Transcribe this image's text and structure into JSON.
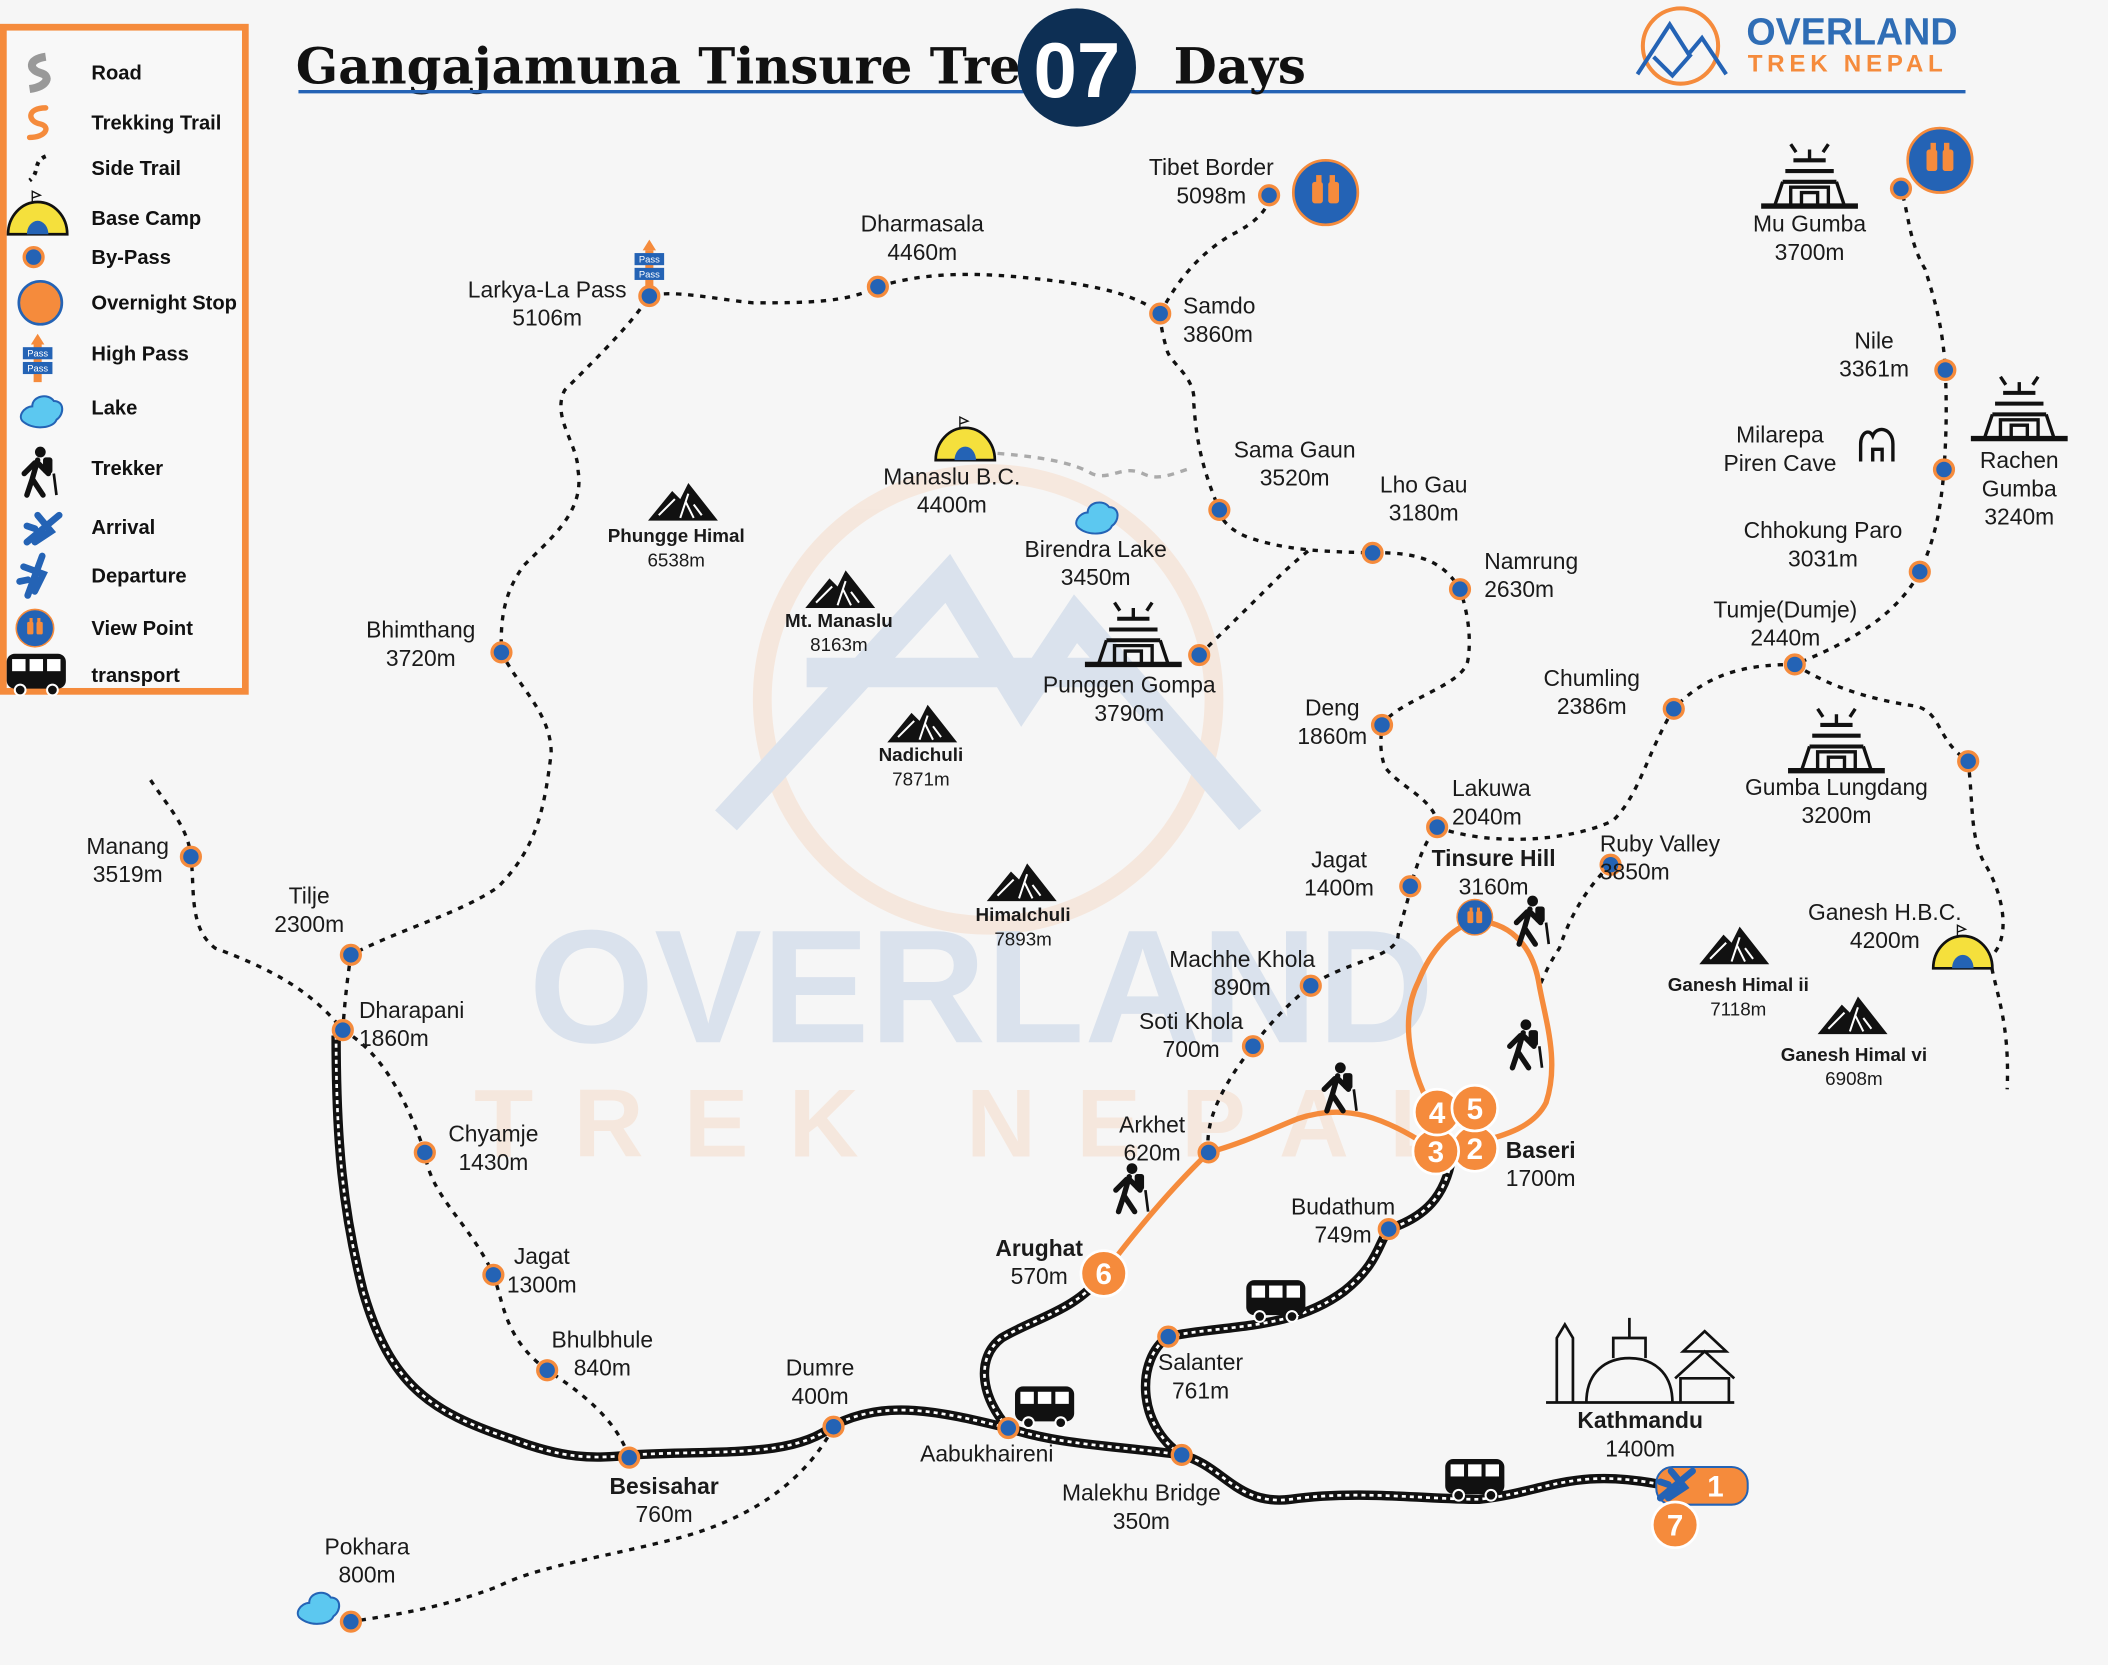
{
  "header": {
    "title": "Gangajamuna Tinsure Trek",
    "days_number": "07",
    "days_label": "Days",
    "logo_line1": "OVERLAND",
    "logo_line2": "TREK NEPAL"
  },
  "watermark": {
    "line1": "OVERLAND",
    "line2": "TREK NEPAL"
  },
  "colors": {
    "accent_orange": "#f58b3c",
    "brand_blue": "#2463b5",
    "navy": "#0d2f54",
    "lake": "#5cc8f0",
    "tent": "#f5e03c"
  },
  "legend": {
    "items": [
      {
        "label": "Road",
        "icon": "road-icon"
      },
      {
        "label": "Trekking Trail",
        "icon": "trekking-trail-icon"
      },
      {
        "label": "Side Trail",
        "icon": "side-trail-icon"
      },
      {
        "label": "Base  Camp",
        "icon": "tent-icon"
      },
      {
        "label": "By-Pass",
        "icon": "bypass-dot-icon"
      },
      {
        "label": "Overnight Stop",
        "icon": "overnight-stop-icon"
      },
      {
        "label": "High Pass",
        "icon": "high-pass-sign-icon"
      },
      {
        "label": "Lake",
        "icon": "lake-icon"
      },
      {
        "label": "Trekker",
        "icon": "trekker-icon"
      },
      {
        "label": "Arrival",
        "icon": "arrival-plane-icon"
      },
      {
        "label": "Departure",
        "icon": "departure-plane-icon"
      },
      {
        "label": "View Point",
        "icon": "binoculars-icon"
      },
      {
        "label": "transport",
        "icon": "bus-icon"
      }
    ]
  },
  "places": [
    {
      "lines": [
        "Larkya-La Pass",
        "5106m"
      ],
      "icon": "high-pass-sign-icon"
    },
    {
      "lines": [
        "Dharmasala",
        "4460m"
      ]
    },
    {
      "lines": [
        "Tibet Border",
        "5098m"
      ],
      "icon": "binoculars-icon"
    },
    {
      "lines": [
        "Samdo",
        "3860m"
      ]
    },
    {
      "lines": [
        "Sama Gaun",
        "3520m"
      ]
    },
    {
      "lines": [
        "Lho Gau",
        "3180m"
      ]
    },
    {
      "lines": [
        "Namrung",
        "2630m"
      ]
    },
    {
      "lines": [
        "Deng",
        "1860m"
      ]
    },
    {
      "lines": [
        "Lakuwa",
        "2040m"
      ]
    },
    {
      "lines": [
        "Jagat",
        "1400m"
      ]
    },
    {
      "lines": [
        "Tinsure Hill",
        "3160m"
      ],
      "icon": "binoculars-icon"
    },
    {
      "lines": [
        "Ruby Valley",
        "3850m"
      ]
    },
    {
      "lines": [
        "Chumling",
        "2386m"
      ]
    },
    {
      "lines": [
        "Tumje(Dumje)",
        "2440m"
      ]
    },
    {
      "lines": [
        "Chhokung Paro",
        "3031m"
      ]
    },
    {
      "lines": [
        "Rachen",
        "Gumba",
        "3240m"
      ],
      "icon": "monastery-icon"
    },
    {
      "lines": [
        "Milarepa",
        "Piren Cave"
      ],
      "icon": "cave-icon"
    },
    {
      "lines": [
        "Nile",
        "3361m"
      ]
    },
    {
      "lines": [
        "Mu Gumba",
        "3700m"
      ],
      "icon": "monastery-icon"
    },
    {
      "lines": [
        "Gumba Lungdang",
        "3200m"
      ],
      "icon": "monastery-icon"
    },
    {
      "lines": [
        "Ganesh H.B.C.",
        "4200m"
      ],
      "icon": "tent-icon"
    },
    {
      "lines": [
        "Manaslu B.C.",
        "4400m"
      ],
      "icon": "tent-icon"
    },
    {
      "lines": [
        "Birendra Lake",
        "3450m"
      ],
      "icon": "lake-icon"
    },
    {
      "lines": [
        "Punggen Gompa",
        "3790m"
      ],
      "icon": "monastery-icon"
    },
    {
      "lines": [
        "Bhimthang",
        "3720m"
      ]
    },
    {
      "lines": [
        "Manang",
        "3519m"
      ]
    },
    {
      "lines": [
        "Tilje",
        "2300m"
      ]
    },
    {
      "lines": [
        "Dharapani",
        "1860m"
      ]
    },
    {
      "lines": [
        "Chyamje",
        "1430m"
      ]
    },
    {
      "lines": [
        "Jagat",
        "1300m"
      ]
    },
    {
      "lines": [
        "Bhulbhule",
        "840m"
      ]
    },
    {
      "lines": [
        "Besisahar",
        "760m"
      ]
    },
    {
      "lines": [
        "Dumre",
        "400m"
      ]
    },
    {
      "lines": [
        "Pokhara",
        "800m"
      ],
      "icon": "lake-icon"
    },
    {
      "lines": [
        "Aabukhaireni"
      ]
    },
    {
      "lines": [
        "Malekhu Bridge",
        "350m"
      ]
    },
    {
      "lines": [
        "Salanter",
        "761m"
      ]
    },
    {
      "lines": [
        "Budathum",
        "749m"
      ]
    },
    {
      "lines": [
        "Arughat",
        "570m"
      ]
    },
    {
      "lines": [
        "Arkhet",
        "620m"
      ]
    },
    {
      "lines": [
        "Soti Khola",
        "700m"
      ]
    },
    {
      "lines": [
        "Machhe Khola",
        "890m"
      ]
    },
    {
      "lines": [
        "Baseri",
        "1700m"
      ]
    },
    {
      "lines": [
        "Kathmandu",
        "1400m"
      ],
      "icon": "kathmandu-stupa-icon"
    }
  ],
  "mountains": [
    {
      "lines": [
        "Phungge Himal",
        "6538m"
      ]
    },
    {
      "lines": [
        "Mt. Manaslu",
        "8163m"
      ]
    },
    {
      "lines": [
        "Nadichuli",
        "7871m"
      ]
    },
    {
      "lines": [
        "Himalchuli",
        "7893m"
      ]
    },
    {
      "lines": [
        "Ganesh Himal ii",
        "7118m"
      ]
    },
    {
      "lines": [
        "Ganesh Himal vi",
        "6908m"
      ]
    }
  ],
  "overnight_stops": [
    "1",
    "2",
    "3",
    "4",
    "5",
    "6",
    "7"
  ]
}
